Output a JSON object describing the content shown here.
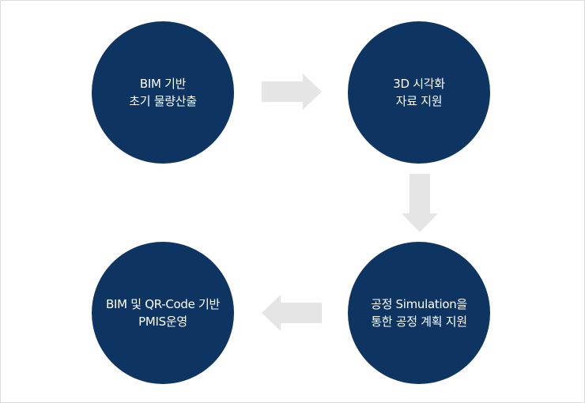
{
  "colors": {
    "node_fill": "#0e3562",
    "node_text": "#ffffff",
    "arrow_fill": "#e5e5e5",
    "border": "#dcdcdc"
  },
  "nodes": [
    {
      "line1": "BIM 기반",
      "line2": "초기 물량산출"
    },
    {
      "line1": "3D 시각화",
      "line2": "자료 지원"
    },
    {
      "line1": "공정 Simulation을",
      "line2": "통한 공정 계획 지원"
    },
    {
      "line1": "BIM 및 QR-Code 기반",
      "line2": "PMIS운영"
    }
  ],
  "arrows": [
    {
      "direction": "right",
      "icon": "arrow-right-icon"
    },
    {
      "direction": "down",
      "icon": "arrow-down-icon"
    },
    {
      "direction": "left",
      "icon": "arrow-left-icon"
    }
  ]
}
